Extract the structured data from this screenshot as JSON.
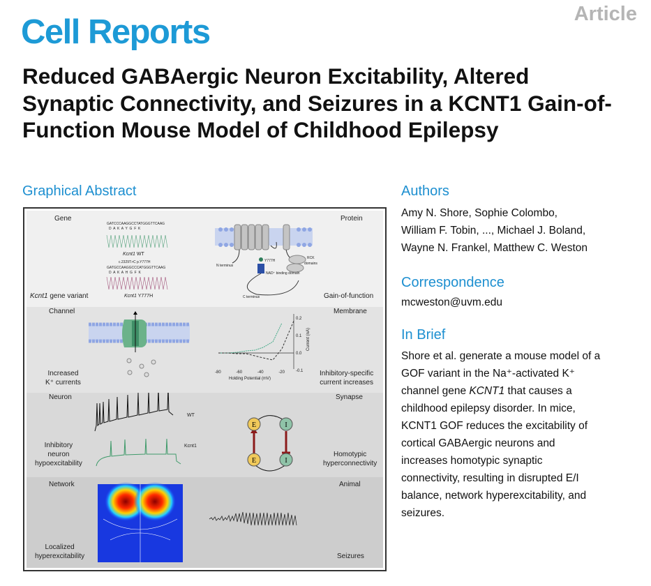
{
  "header": {
    "article_label": "Article",
    "journal": "Cell Reports"
  },
  "title": "Reduced GABAergic Neuron Excitability, Altered Synaptic Connectivity, and Seizures in a KCNT1 Gain-of-Function Mouse Model of Childhood Epilepsy",
  "graphical_abstract": {
    "heading": "Graphical Abstract",
    "panel1": {
      "left_top": "Gene",
      "left_bottom_italic": "Kcnt1",
      "left_bottom": " gene variant",
      "right_top": "Protein",
      "right_bottom": "Gain-of-function",
      "seq_wt": "GATCCCAAGGCCTATGGGTTCAAG",
      "aa_wt": "D  A  K  A  Y  G  F  K",
      "wt_label_italic": "Kcnt1",
      "wt_label": " WT",
      "mutation": "c.2329T>C p.Y777H",
      "seq_mut": "GATGCCAAGGCCCATGGGTTCAAG",
      "aa_mut": "D  A  K  A  H  G  F  K",
      "mut_label_italic": "Kcnt1",
      "mut_label": " Y777H",
      "n_terminus": "N terminus",
      "c_terminus": "C terminus",
      "y777h": "Y777H",
      "nad": "NAD⁺ binding domain",
      "rck1": "RCK",
      "rck2": "domains"
    },
    "panel2": {
      "left_top": "Channel",
      "left_bottom1": "Increased",
      "left_bottom2": "K⁺ currents",
      "right_top": "Membrane",
      "right_bottom1": "Inhibitory-specific",
      "right_bottom2": "current increases",
      "xlabel": "Holding Potential (mV)",
      "ylabel": "Current (nA)",
      "xticks": [
        "-80",
        "-60",
        "-40",
        "-20"
      ],
      "yticks": [
        "0.2",
        "0.1",
        "0.0",
        "-0.1"
      ]
    },
    "panel3": {
      "left_top": "Neuron",
      "left_bottom1": "Inhibitory",
      "left_bottom2": "neuron",
      "left_bottom3": "hypoexcitability",
      "right_top": "Synapse",
      "right_bottom1": "Homotypic",
      "right_bottom2": "hyperconnectivity",
      "wt": "WT",
      "kcnt1": "Kcnt1",
      "e": "E",
      "i": "I"
    },
    "panel4": {
      "left_top": "Network",
      "left_bottom1": "Localized",
      "left_bottom2": "hyperexcitability",
      "right_top": "Animal",
      "right_bottom": "Seizures"
    }
  },
  "authors": {
    "heading": "Authors",
    "lines": [
      "Amy N. Shore, Sophie Colombo,",
      "William F. Tobin, ..., Michael J. Boland,",
      "Wayne N. Frankel, Matthew C. Weston"
    ]
  },
  "correspondence": {
    "heading": "Correspondence",
    "email": "mcweston@uvm.edu"
  },
  "in_brief": {
    "heading": "In Brief",
    "lines": [
      "Shore et al. generate a mouse model of a",
      "GOF variant in the Na⁺-activated K⁺",
      "channel gene ",
      "KCNT1",
      " that causes a",
      "childhood epilepsy disorder. In mice,",
      "KCNT1 GOF reduces the excitability of",
      "cortical GABAergic neurons and",
      "increases homotypic synaptic",
      "connectivity, resulting in disrupted E/I",
      "balance, network hyperexcitability, and",
      "seizures."
    ]
  }
}
